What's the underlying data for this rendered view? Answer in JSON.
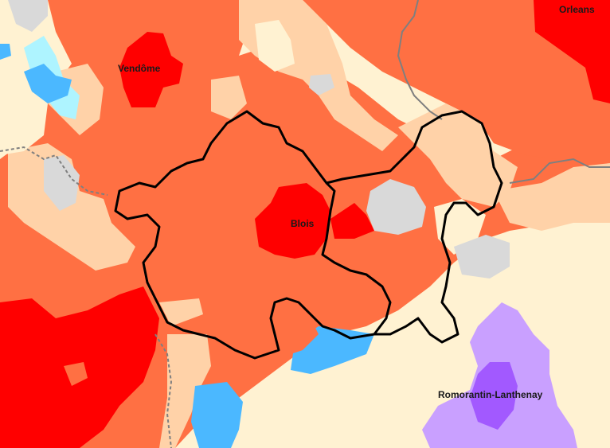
{
  "map": {
    "labels": {
      "vendome": "Vendôme",
      "orleans": "Orleans",
      "blois": "Blois",
      "romorantin": "Romorantin-Lanthenay"
    },
    "legend_colors": {
      "red": "#ff0000",
      "orange_red": "#ff7043",
      "salmon": "#ff7f50",
      "peach": "#ffd2a8",
      "cream": "#fff2d2",
      "grey": "#d9d9d9",
      "cyan": "#aef4ff",
      "sky_blue": "#4bb8ff",
      "lavender": "#c9a0ff",
      "violet": "#a259ff"
    }
  }
}
